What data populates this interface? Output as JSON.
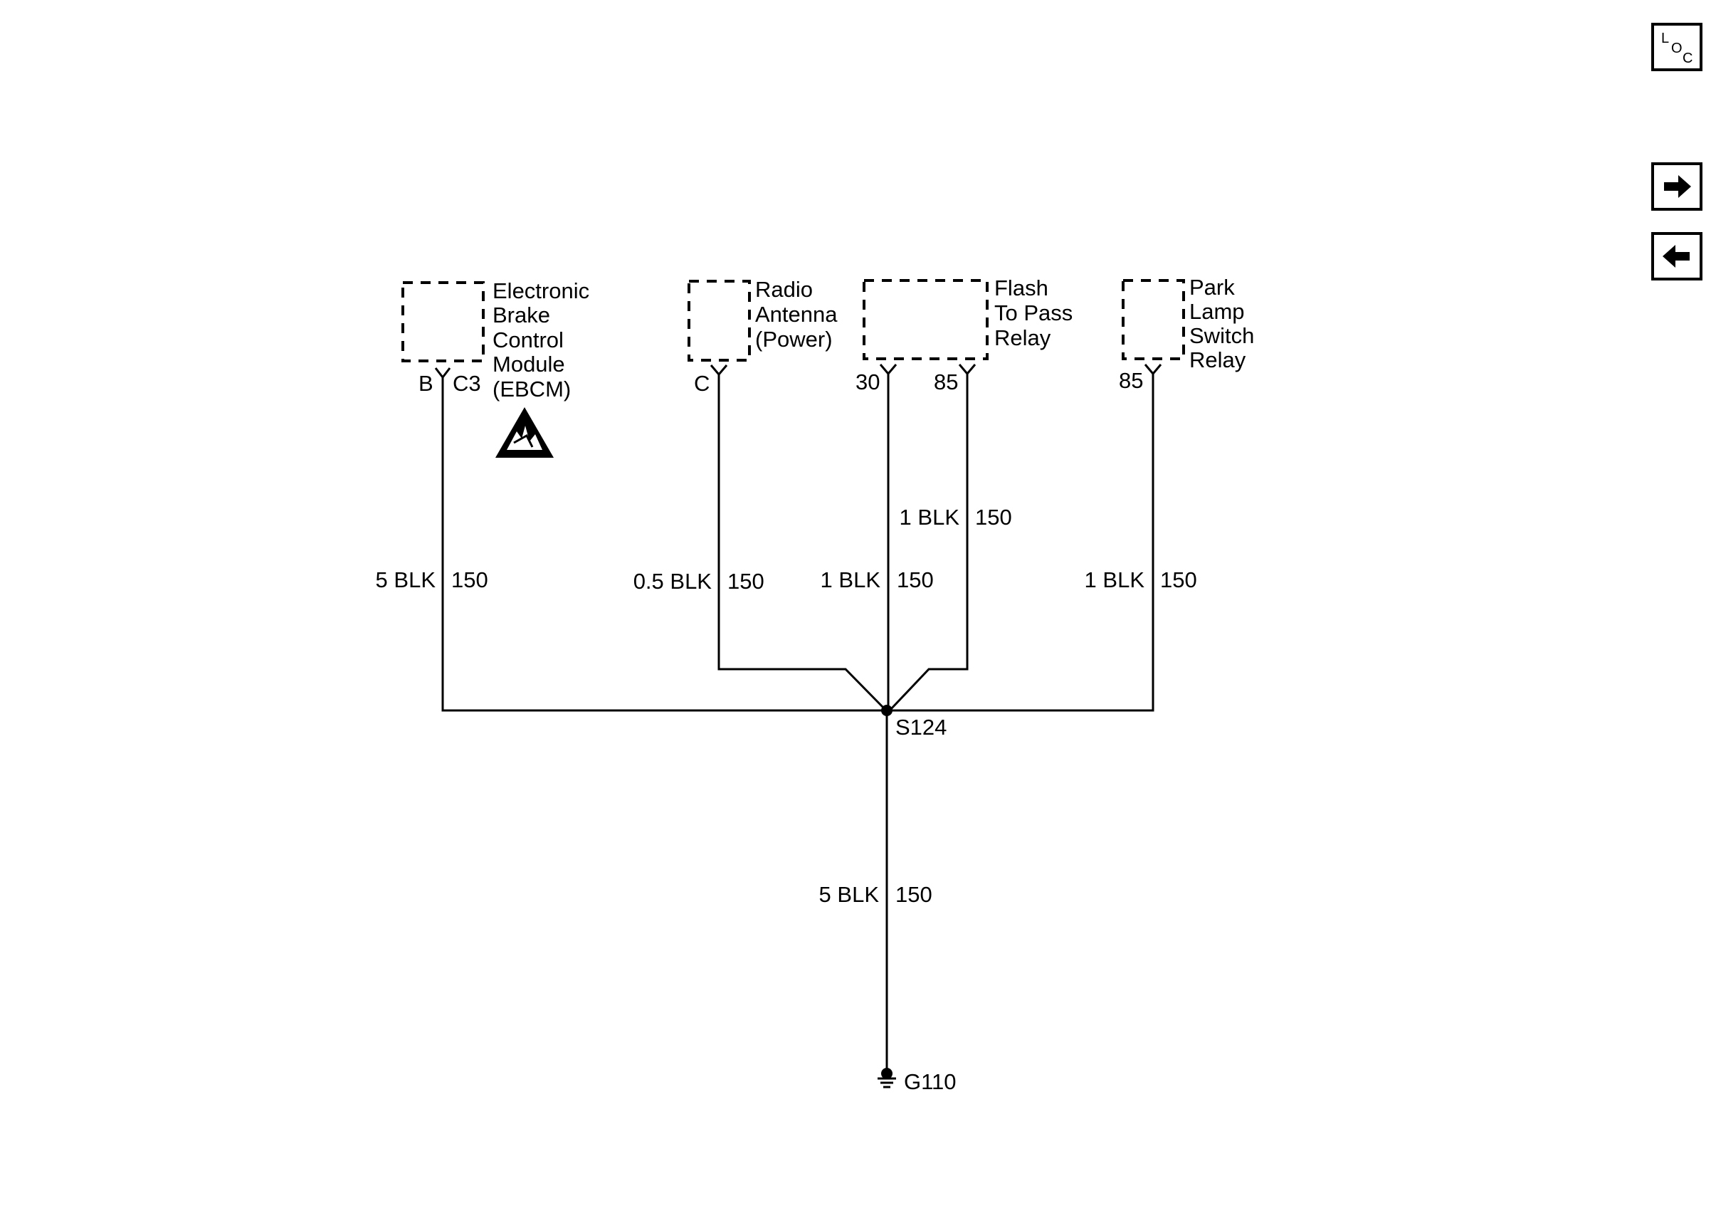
{
  "components": {
    "ebcm": {
      "name_lines": [
        "Electronic",
        "Brake",
        "Control",
        "Module",
        "(EBCM)"
      ],
      "pins": [
        "B",
        "C3"
      ],
      "esd_icon": "electrostatic-discharge-warning-icon"
    },
    "radio_antenna": {
      "name_lines": [
        "Radio",
        "Antenna",
        "(Power)"
      ],
      "pins": [
        "C"
      ]
    },
    "flash_to_pass_relay": {
      "name_lines": [
        "Flash",
        "To Pass",
        "Relay"
      ],
      "pins": [
        "30",
        "85"
      ]
    },
    "park_lamp_switch_relay": {
      "name_lines": [
        "Park",
        "Lamp",
        "Switch",
        "Relay"
      ],
      "pins": [
        "85"
      ]
    }
  },
  "wires": {
    "ebcm": {
      "gauge_color": "5 BLK",
      "circuit": "150"
    },
    "radio": {
      "gauge_color": "0.5 BLK",
      "circuit": "150"
    },
    "flash_30": {
      "gauge_color": "1 BLK",
      "circuit": "150"
    },
    "flash_85": {
      "gauge_color": "1 BLK",
      "circuit": "150"
    },
    "park_lamp": {
      "gauge_color": "1 BLK",
      "circuit": "150"
    },
    "ground": {
      "gauge_color": "5 BLK",
      "circuit": "150"
    }
  },
  "splice": {
    "label": "S124"
  },
  "ground": {
    "label": "G110"
  },
  "nav": {
    "locator_icon": "component-locator-icon",
    "locator_letters": [
      "L",
      "O",
      "C"
    ],
    "forward_icon": "arrow-right-icon",
    "back_icon": "arrow-left-icon"
  }
}
